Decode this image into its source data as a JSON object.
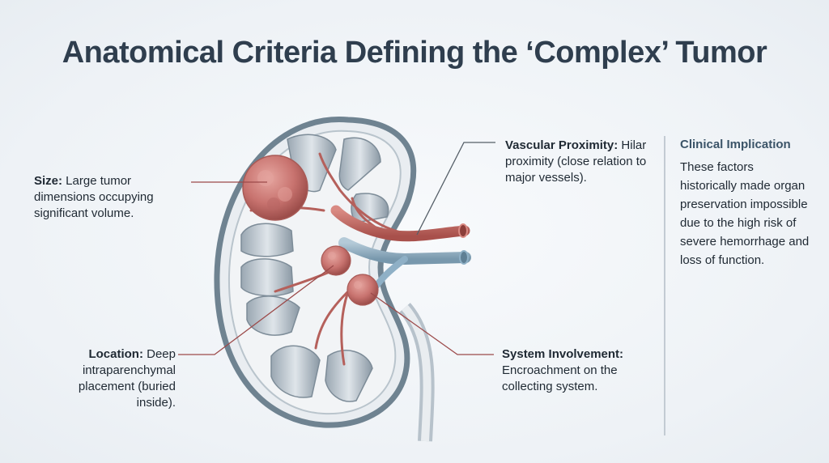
{
  "title": "Anatomical Criteria Defining the ‘Complex’ Tumor",
  "labels": {
    "size": {
      "heading": "Size:",
      "text": " Large tumor dimensions occupying significant volume."
    },
    "location": {
      "heading": "Location:",
      "text": " Deep intraparenchymal placement (buried inside)."
    },
    "vascular": {
      "heading": "Vascular Proximity:",
      "text": " Hilar proximity (close relation to major vessels)."
    },
    "system": {
      "heading": "System Involvement:",
      "text": " Encroachment on the collecting system."
    }
  },
  "panel": {
    "title": "Clinical Implication",
    "body": "These factors historically made organ preservation impossible due to the high risk of severe hemorrhage and loss of function."
  },
  "colors": {
    "title": "#2f3e4e",
    "panel_title": "#3b5468",
    "tumor": "#c8736f",
    "artery": "#c0625c",
    "vein": "#8fb0c6",
    "capsule": "#6f8391",
    "leader_red": "#9c4a4a",
    "leader_gray": "#555f68"
  }
}
